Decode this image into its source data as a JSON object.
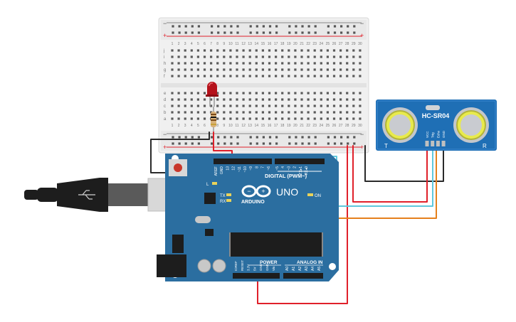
{
  "circuit": {
    "breadboard": {
      "rows_top": [
        "j",
        "i",
        "h",
        "g",
        "f"
      ],
      "rows_bottom": [
        "e",
        "d",
        "c",
        "b",
        "a"
      ],
      "column_numbers": [
        "1",
        "2",
        "3",
        "4",
        "5",
        "6",
        "7",
        "8",
        "9",
        "10",
        "11",
        "12",
        "13",
        "14",
        "15",
        "16",
        "17",
        "18",
        "19",
        "20",
        "21",
        "22",
        "23",
        "24",
        "25",
        "26",
        "27",
        "28",
        "29",
        "30"
      ],
      "rail_plus": "+",
      "rail_minus": "−"
    },
    "arduino": {
      "brand_text": "ARDUINO",
      "model_text": "UNO",
      "digital_label": "DIGITAL (PWM~)",
      "power_label": "POWER",
      "analog_label": "ANALOG IN",
      "on_label": "ON",
      "tx_label": "TX",
      "rx_label": "RX",
      "l_label": "L",
      "digital_pins": [
        "AREF",
        "GND",
        "13",
        "12",
        "~11",
        "~10",
        "~9",
        "8",
        "7",
        "~6",
        "~5",
        "4",
        "~3",
        "2",
        "TX▸1",
        "RX◂0"
      ],
      "power_pins": [
        "IOREF",
        "RESET",
        "3.3V",
        "5V",
        "GND",
        "GND",
        "Vin"
      ],
      "analog_pins": [
        "A0",
        "A1",
        "A2",
        "A3",
        "A4",
        "A5"
      ]
    },
    "sensor": {
      "model": "HC-SR04",
      "pins": [
        "VCC",
        "Trig",
        "Echo",
        "GND"
      ],
      "left_mark": "T",
      "right_mark": "R"
    },
    "colors": {
      "wire_red": "#e0202a",
      "wire_black": "#2a2a2a",
      "wire_orange": "#e5801c",
      "wire_cyan": "#5fc8dd",
      "board_blue": "#2b6ea0",
      "sensor_blue": "#1f6fb5"
    }
  }
}
